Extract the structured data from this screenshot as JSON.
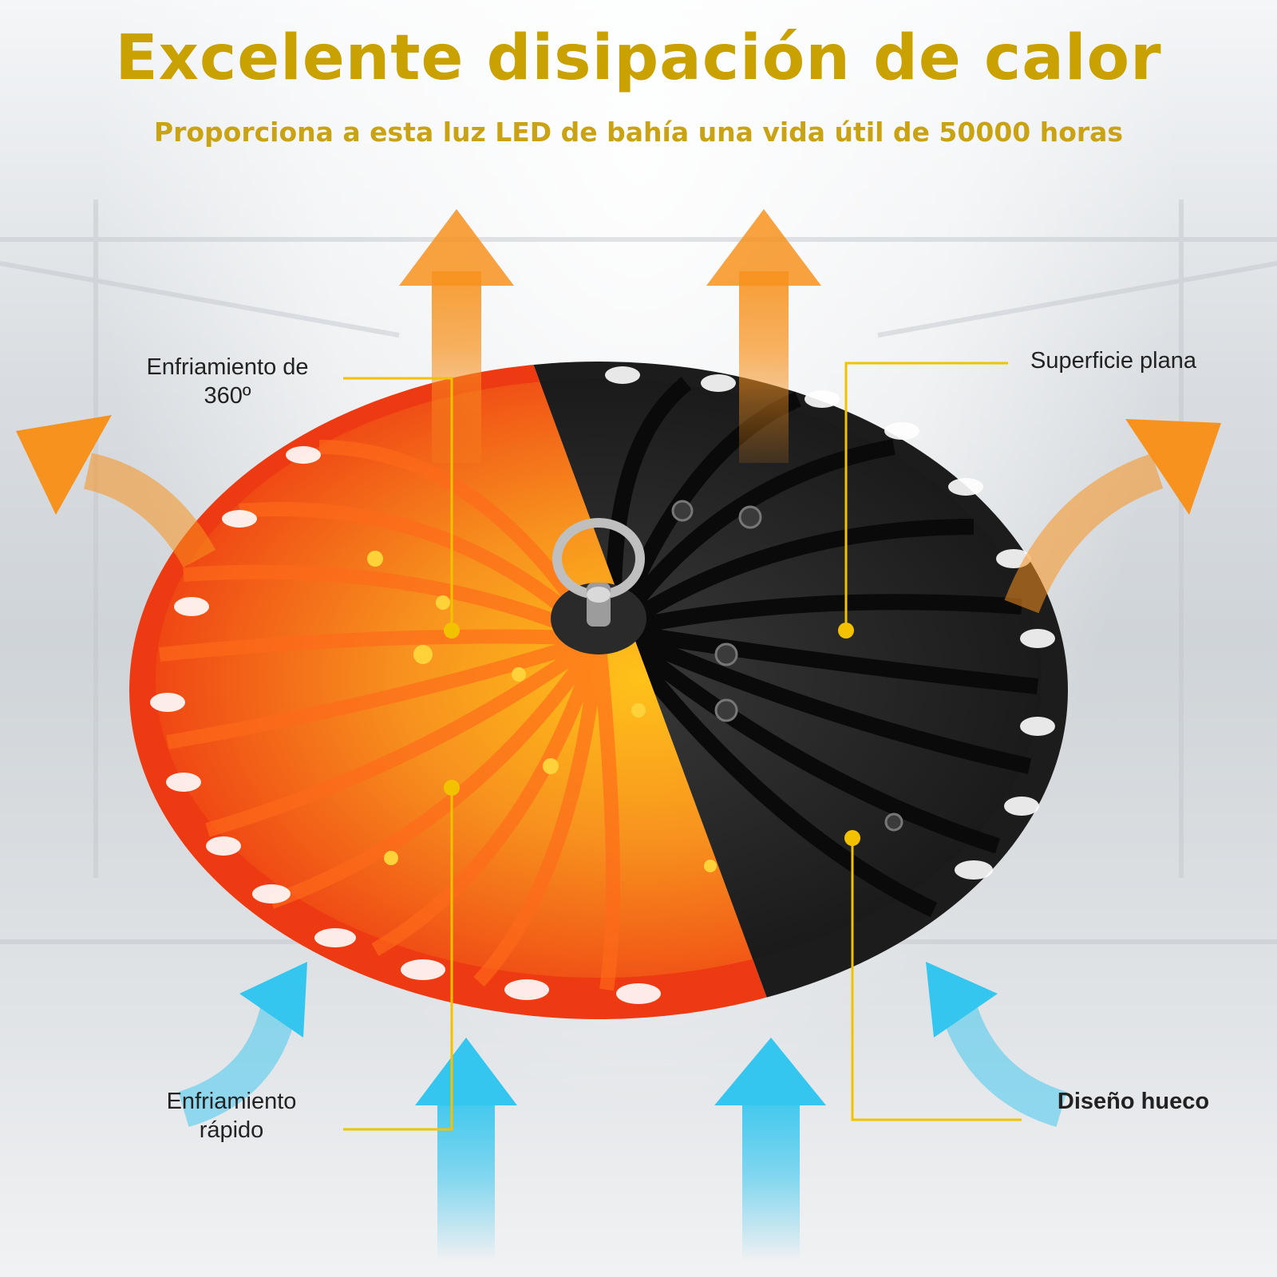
{
  "header": {
    "title": "Excelente disipación de calor",
    "subtitle": "Proporciona a esta luz LED de bahía una vida útil de 50000 horas"
  },
  "callouts": {
    "cooling_360": "Enfriamiento de 360º",
    "flat_surface": "Superficie plana",
    "rapid_cooling": "Enfriamiento rápido",
    "hollow_design": "Diseño hueco"
  },
  "colors": {
    "title": "#c9a100",
    "hot_orange": "#f7921e",
    "hot_red": "#ee3a12",
    "cool_blue": "#35c6ef",
    "leader_line": "#f2c200",
    "heatsink": "#1c1c1c"
  }
}
